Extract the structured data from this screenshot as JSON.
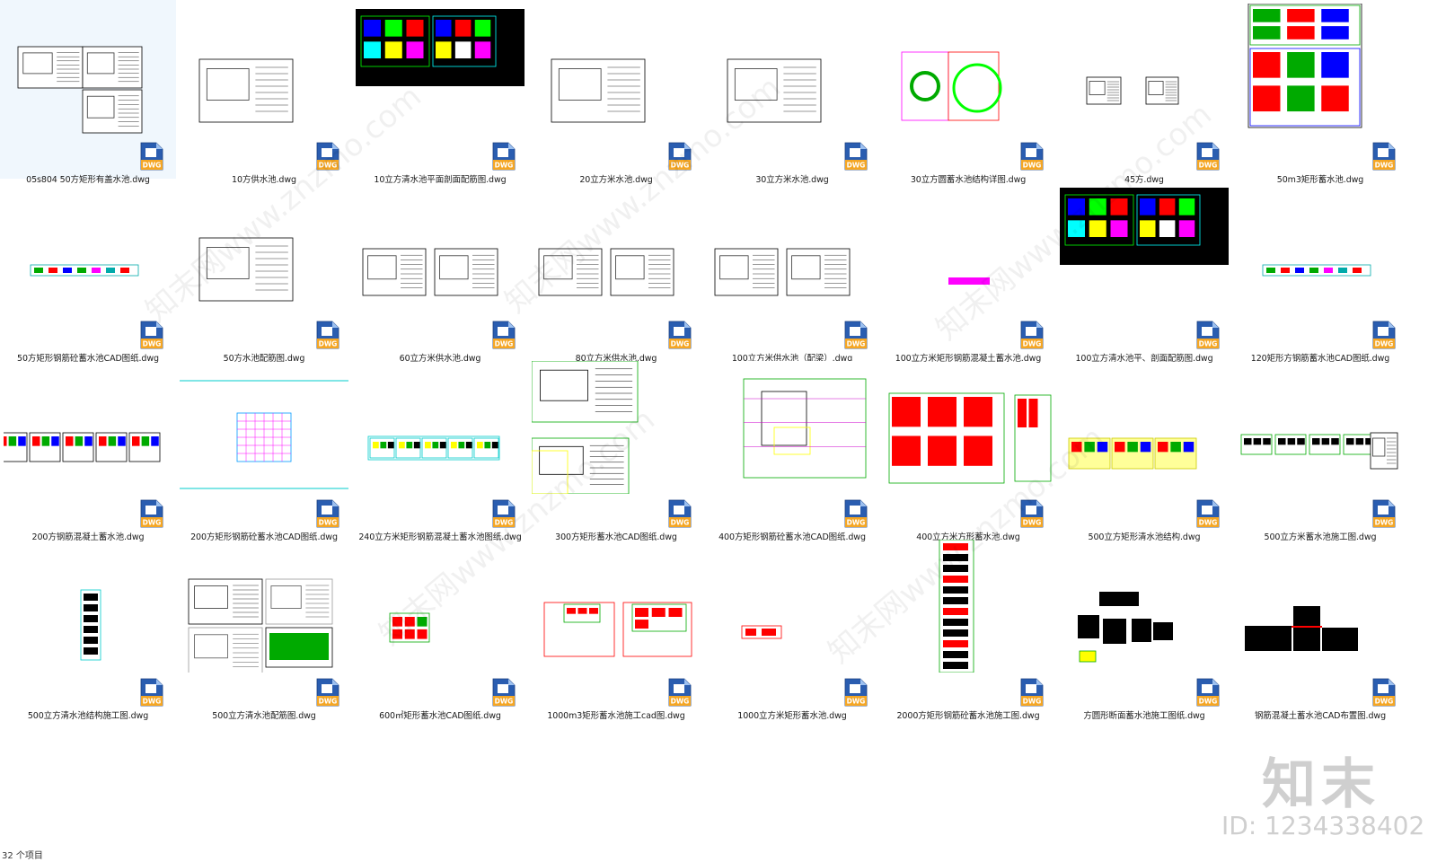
{
  "explorer": {
    "status_text": "32 个项目",
    "file_type_badge": "DWG",
    "icon": "dwg-file-icon",
    "items": [
      {
        "label": "05s804 50方矩形有盖水池.dwg",
        "thumb": "white-multi"
      },
      {
        "label": "10方供水池.dwg",
        "thumb": "white-single"
      },
      {
        "label": "10立方清水池平面剖面配筋图.dwg",
        "thumb": "black-color"
      },
      {
        "label": "20立方米水池.dwg",
        "thumb": "white-single"
      },
      {
        "label": "30立方米水池.dwg",
        "thumb": "white-single"
      },
      {
        "label": "30立方圆蓄水池结构详图.dwg",
        "thumb": "circle-color"
      },
      {
        "label": "45方.dwg",
        "thumb": "white-small-pair"
      },
      {
        "label": "50m3矩形蓄水池.dwg",
        "thumb": "color-tall"
      },
      {
        "label": "50方矩形钢筋砼蓄水池CAD图纸.dwg",
        "thumb": "strip-thin"
      },
      {
        "label": "50方水池配筋图.dwg",
        "thumb": "white-single"
      },
      {
        "label": "60立方米供水池.dwg",
        "thumb": "white-pair"
      },
      {
        "label": "80立方米供水池.dwg",
        "thumb": "white-pair"
      },
      {
        "label": "100立方米供水池（配梁）.dwg",
        "thumb": "white-pair"
      },
      {
        "label": "100立方米矩形钢筋混凝土蓄水池.dwg",
        "thumb": "tiny-magenta"
      },
      {
        "label": "100立方清水池平、剖面配筋图.dwg",
        "thumb": "black-color"
      },
      {
        "label": "120矩形方钢筋蓄水池CAD图纸.dwg",
        "thumb": "strip-thin"
      },
      {
        "label": "200方钢筋混凝土蓄水池.dwg",
        "thumb": "strip-frames"
      },
      {
        "label": "200方矩形钢筋砼蓄水池CAD图纸.dwg",
        "thumb": "cyan-grid"
      },
      {
        "label": "240立方米矩形钢筋混凝土蓄水池图纸.dwg",
        "thumb": "cyan-strip"
      },
      {
        "label": "300方矩形蓄水池CAD图纸.dwg",
        "thumb": "zoom-white"
      },
      {
        "label": "400方矩形钢筋砼蓄水池CAD图纸.dwg",
        "thumb": "zoom-green"
      },
      {
        "label": "400立方米方形蓄水池.dwg",
        "thumb": "zoom-red"
      },
      {
        "label": "500立方矩形清水池结构.dwg",
        "thumb": "yellow-strip"
      },
      {
        "label": "500立方米蓄水池施工图.dwg",
        "thumb": "green-strip"
      },
      {
        "label": "500立方清水池结构施工图.dwg",
        "thumb": "narrow-tall"
      },
      {
        "label": "500立方清水池配筋图.dwg",
        "thumb": "white-quad"
      },
      {
        "label": "600㎡矩形蓄水池CAD图纸.dwg",
        "thumb": "small-red"
      },
      {
        "label": "1000m3矩形蓄水池施工cad图.dwg",
        "thumb": "red-frames"
      },
      {
        "label": "1000立方米矩形蓄水池.dwg",
        "thumb": "tiny-red"
      },
      {
        "label": "2000方矩形钢筋砼蓄水池施工图.dwg",
        "thumb": "tall-strip"
      },
      {
        "label": "方圆形断面蓄水池施工图纸.dwg",
        "thumb": "black-blocks"
      },
      {
        "label": "钢筋混凝土蓄水池CAD布置图.dwg",
        "thumb": "black-wide"
      }
    ]
  },
  "watermark": {
    "logo_text": "知末",
    "id_text": "ID: 1234338402",
    "diagonal_text": "知末网www.znzmo.com"
  }
}
